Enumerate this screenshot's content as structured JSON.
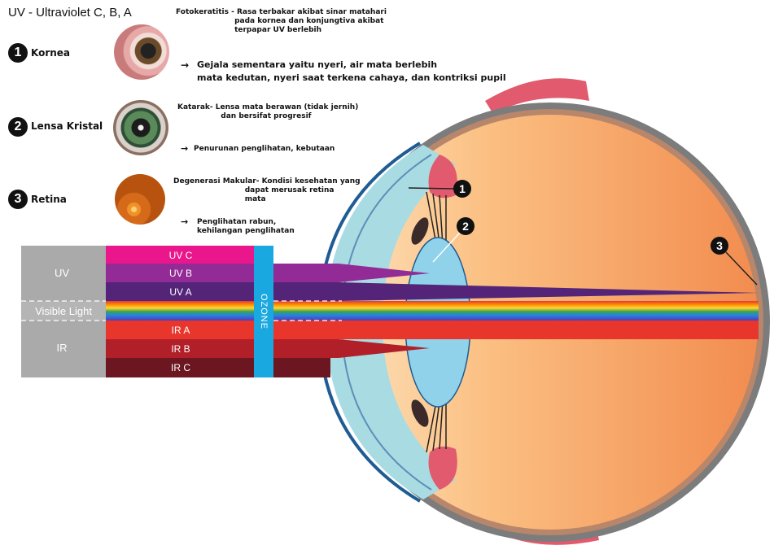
{
  "title": "UV  - Ultraviolet C, B, A",
  "sections": [
    {
      "number": "1",
      "label": "Kornea",
      "condition": "Fotokeratitis - Rasa terbakar akibat sinar matahari\n                       pada kornea dan konjungtiva akibat\n                       terpapar UV berlebih",
      "effect": "Gejala sementara yaitu nyeri, air mata berlebih\nmata kedutan, nyeri saat terkena cahaya, dan kontriksi pupil"
    },
    {
      "number": "2",
      "label": "Lensa Kristal",
      "condition": "Katarak- Lensa mata berawan (tidak jernih)\n                 dan bersifat progresif",
      "effect": "Penurunan penglihatan, kebutaan"
    },
    {
      "number": "3",
      "label": "Retina",
      "condition": "Degenerasi Makular- Kondisi kesehatan yang\n                            dapat merusak retina\n                            mata",
      "effect": "Penglihatan rabun,\nkehilangan penglihatan"
    }
  ],
  "arrow_symbol": "→",
  "spectrum": {
    "groups": {
      "uv": "UV",
      "visible": "Visible Light",
      "ir": "IR"
    },
    "bands": [
      {
        "label": "UV C",
        "color": "#e9168c"
      },
      {
        "label": "UV B",
        "color": "#932b96"
      },
      {
        "label": "UV A",
        "color": "#542479"
      },
      {
        "label": "IR A",
        "color": "#e8362d"
      },
      {
        "label": "IR B",
        "color": "#b11f29"
      },
      {
        "label": "IR C",
        "color": "#6b1620"
      }
    ],
    "ozone": "OZONE",
    "ozone_color": "#1aa8e0"
  },
  "markers": [
    "1",
    "2",
    "3"
  ],
  "colors": {
    "eyeball": "#f6a45d",
    "sclera_edge": "#7c7c7c",
    "iris": "#e25a6d",
    "cornea": "#a9dbe3",
    "lens": "#8fd2ea"
  }
}
